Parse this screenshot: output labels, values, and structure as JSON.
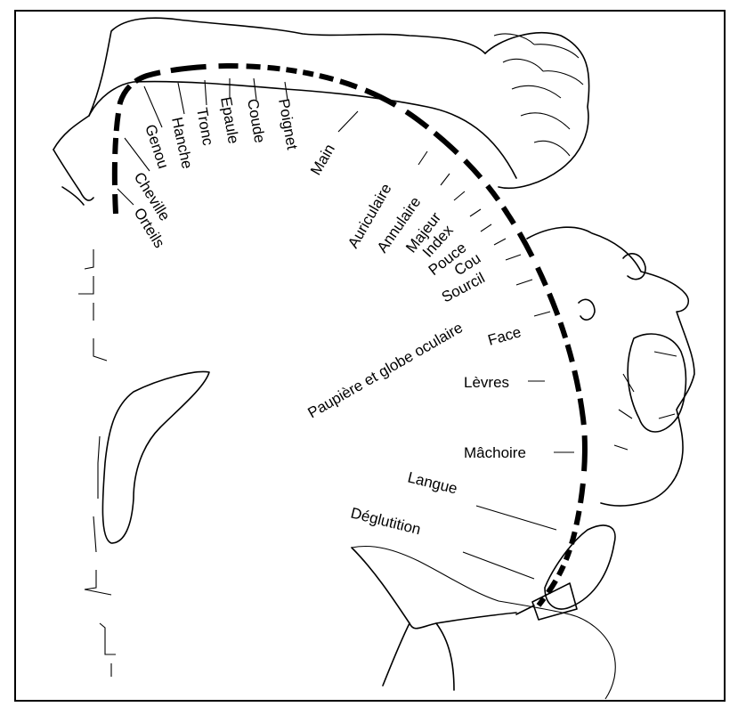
{
  "labels": {
    "orteils": "Orteils",
    "cheville": "Cheville",
    "genou": "Genou",
    "hanche": "Hanche",
    "tronc": "Tronc",
    "epaule": "Epaule",
    "coude": "Coude",
    "poignet": "Poignet",
    "main": "Main",
    "auriculaire": "Auriculaire",
    "annulaire": "Annulaire",
    "majeur": "Majeur",
    "index": "Index",
    "pouce": "Pouce",
    "cou": "Cou",
    "sourcil": "Sourcil",
    "paupiere": "Paupière et globe oculaire",
    "face": "Face",
    "levres": "Lèvres",
    "machoire": "Mâchoire",
    "langue": "Langue",
    "deglutition": "Déglutition"
  }
}
